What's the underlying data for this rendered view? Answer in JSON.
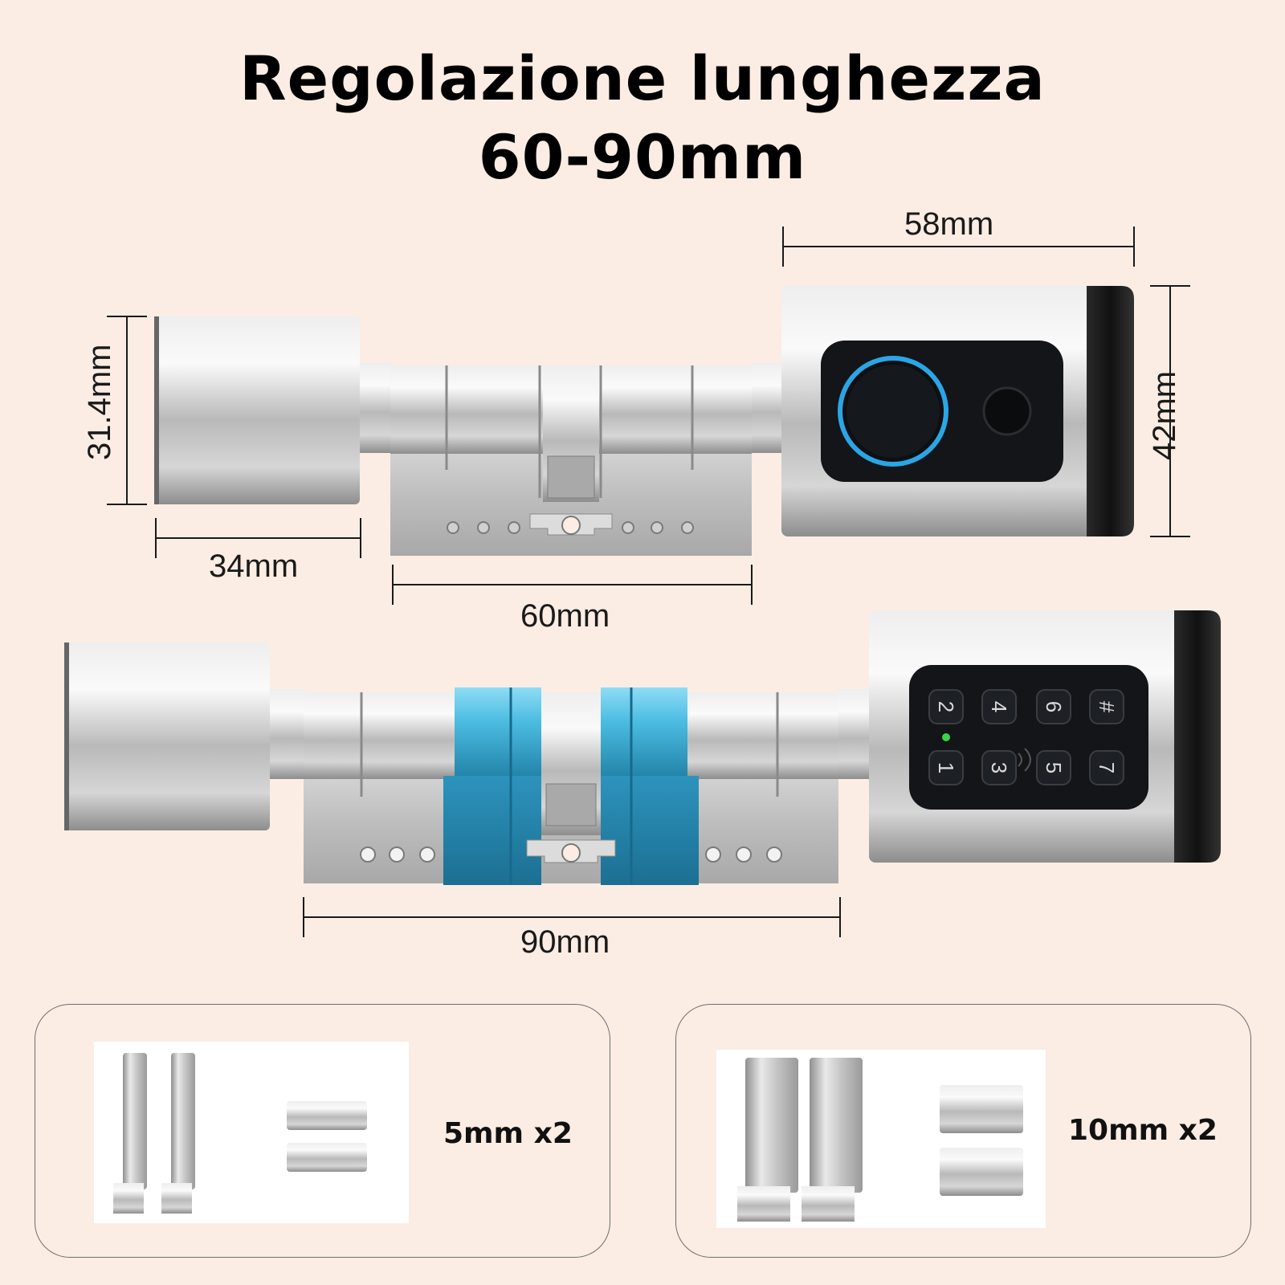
{
  "title": {
    "line1": "Regolazione lunghezza",
    "line2": "60-90mm"
  },
  "dimensions": {
    "handle_length": "58mm",
    "handle_height": "42mm",
    "knob_height": "31.4mm",
    "knob_length": "34mm",
    "cylinder_min": "60mm",
    "cylinder_max": "90mm"
  },
  "keypad": {
    "keys": [
      "2",
      "4",
      "6",
      "#",
      "1",
      "3",
      "5",
      "7"
    ]
  },
  "extensions": [
    {
      "label": "5mm x2"
    },
    {
      "label": "10mm x2"
    }
  ],
  "colors": {
    "background": "#fbede4",
    "extension_highlight": "#3fb0d8",
    "fingerprint_ring": "#2aa6e6",
    "status_led": "#39d44a"
  }
}
